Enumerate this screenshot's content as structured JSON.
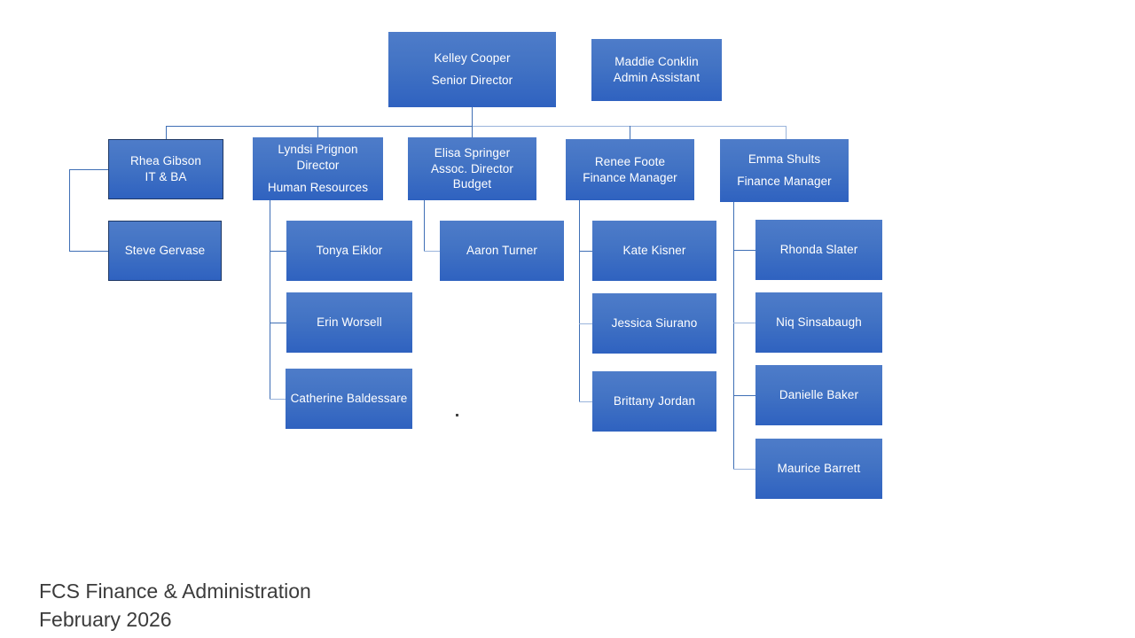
{
  "chart_data": {
    "type": "diagram",
    "subtype": "organization-chart",
    "title": "FCS Finance & Administration",
    "subtitle": "February 2026",
    "nodes": [
      {
        "id": "kelley-cooper",
        "name": "Kelley Cooper",
        "title": "Senior Director",
        "unit": "",
        "level": 0,
        "parent": null
      },
      {
        "id": "maddie-conklin",
        "name": "Maddie Conklin",
        "title": "Admin Assistant",
        "unit": "",
        "level": 0,
        "parent": null
      },
      {
        "id": "rhea-gibson",
        "name": "Rhea Gibson",
        "title": "IT & BA",
        "unit": "",
        "level": 1,
        "parent": "kelley-cooper"
      },
      {
        "id": "lyndsi-prignon",
        "name": "Lyndsi Prignon",
        "title": "Director",
        "unit": "Human Resources",
        "level": 1,
        "parent": "kelley-cooper"
      },
      {
        "id": "elisa-springer",
        "name": "Elisa Springer",
        "title": "Assoc. Director",
        "unit": "Budget",
        "level": 1,
        "parent": "kelley-cooper"
      },
      {
        "id": "renee-foote",
        "name": "Renee Foote",
        "title": "Finance Manager",
        "unit": "",
        "level": 1,
        "parent": "kelley-cooper"
      },
      {
        "id": "emma-shults",
        "name": "Emma Shults",
        "title": "Finance Manager",
        "unit": "",
        "level": 1,
        "parent": "kelley-cooper"
      },
      {
        "id": "steve-gervase",
        "name": "Steve Gervase",
        "title": "",
        "unit": "",
        "level": 2,
        "parent": "rhea-gibson"
      },
      {
        "id": "tonya-eiklor",
        "name": "Tonya Eiklor",
        "title": "",
        "unit": "",
        "level": 2,
        "parent": "lyndsi-prignon"
      },
      {
        "id": "erin-worsell",
        "name": "Erin Worsell",
        "title": "",
        "unit": "",
        "level": 2,
        "parent": "lyndsi-prignon"
      },
      {
        "id": "catherine-baldessare",
        "name": "Catherine Baldessare",
        "title": "",
        "unit": "",
        "level": 2,
        "parent": "lyndsi-prignon"
      },
      {
        "id": "aaron-turner",
        "name": "Aaron Turner",
        "title": "",
        "unit": "",
        "level": 2,
        "parent": "elisa-springer"
      },
      {
        "id": "kate-kisner",
        "name": "Kate Kisner",
        "title": "",
        "unit": "",
        "level": 2,
        "parent": "renee-foote"
      },
      {
        "id": "jessica-siurano",
        "name": "Jessica Siurano",
        "title": "",
        "unit": "",
        "level": 2,
        "parent": "renee-foote"
      },
      {
        "id": "brittany-jordan",
        "name": "Brittany Jordan",
        "title": "",
        "unit": "",
        "level": 2,
        "parent": "renee-foote"
      },
      {
        "id": "rhonda-slater",
        "name": "Rhonda Slater",
        "title": "",
        "unit": "",
        "level": 2,
        "parent": "emma-shults"
      },
      {
        "id": "niq-sinsabaugh",
        "name": "Niq Sinsabaugh",
        "title": "",
        "unit": "",
        "level": 2,
        "parent": "emma-shults"
      },
      {
        "id": "danielle-baker",
        "name": "Danielle Baker",
        "title": "",
        "unit": "",
        "level": 2,
        "parent": "emma-shults"
      },
      {
        "id": "maurice-barrett",
        "name": "Maurice Barrett",
        "title": "",
        "unit": "",
        "level": 2,
        "parent": "emma-shults"
      }
    ]
  },
  "nodes": {
    "kelley_cooper": {
      "name": "Kelley Cooper",
      "title": "Senior Director"
    },
    "maddie_conklin": {
      "name": "Maddie Conklin",
      "title": "Admin Assistant"
    },
    "rhea_gibson": {
      "name": "Rhea Gibson",
      "title": "IT & BA"
    },
    "lyndsi_prignon": {
      "name": "Lyndsi Prignon",
      "title": "Director",
      "unit": "Human Resources"
    },
    "elisa_springer": {
      "name": "Elisa Springer",
      "title": "Assoc. Director",
      "unit": "Budget"
    },
    "renee_foote": {
      "name": "Renee Foote",
      "title": "Finance Manager"
    },
    "emma_shults": {
      "name": "Emma Shults",
      "title": "Finance Manager"
    },
    "steve_gervase": {
      "name": "Steve Gervase"
    },
    "tonya_eiklor": {
      "name": "Tonya Eiklor"
    },
    "erin_worsell": {
      "name": "Erin Worsell"
    },
    "catherine_baldessare": {
      "name": "Catherine Baldessare"
    },
    "aaron_turner": {
      "name": "Aaron Turner"
    },
    "kate_kisner": {
      "name": "Kate Kisner"
    },
    "jessica_siurano": {
      "name": "Jessica Siurano"
    },
    "brittany_jordan": {
      "name": "Brittany Jordan"
    },
    "rhonda_slater": {
      "name": "Rhonda Slater"
    },
    "niq_sinsabaugh": {
      "name": "Niq Sinsabaugh"
    },
    "danielle_baker": {
      "name": "Danielle Baker"
    },
    "maurice_barrett": {
      "name": "Maurice Barrett"
    }
  },
  "caption": {
    "line1": "FCS Finance & Administration",
    "line2": "February 2026",
    "text": "FCS Finance & Administration\nFebruary 2026"
  },
  "colors": {
    "box_fill_top": "#4e7cc9",
    "box_fill_bottom": "#2f62c0",
    "box_border_accent": "#1f3864",
    "connector": "#3f6fb5",
    "connector_light": "#9ab4db",
    "text_on_box": "#ffffff",
    "caption_text": "#3b3b3b",
    "background": "#ffffff"
  }
}
